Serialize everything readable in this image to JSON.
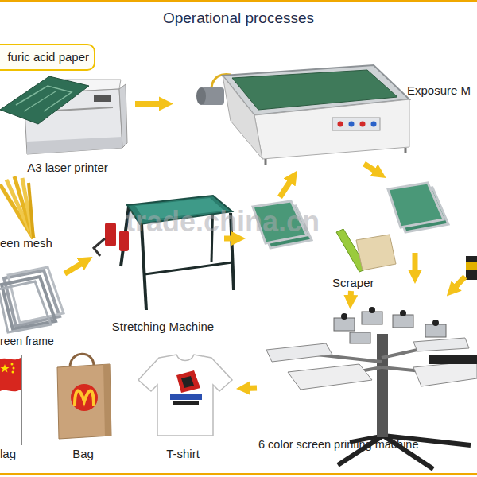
{
  "diagram": {
    "title": "Operational processes",
    "nodes": [
      {
        "text": [
          "furic acid paper"
        ]
      },
      {
        "text": [
          "A3 laser printer"
        ]
      },
      {
        "text": [
          "Exposure M"
        ]
      },
      {
        "text": [
          "een mesh"
        ]
      },
      {
        "text": [
          "Stretching Machine"
        ]
      },
      {
        "text": [
          "reen frame"
        ]
      },
      {
        "text": [
          "Scraper"
        ]
      },
      {
        "text": [
          "6 color screen printing machine"
        ]
      },
      {
        "text": [
          "lag"
        ]
      },
      {
        "text": [
          "Bag"
        ]
      },
      {
        "text": [
          "T-shirt"
        ]
      }
    ],
    "edges": [
      {
        "from": 1,
        "to": 2,
        "arrow": "to"
      },
      {
        "from": 5,
        "to": 4,
        "arrow": "to"
      },
      {
        "from": 6,
        "to": 7,
        "arrow": "to"
      },
      {
        "from": 7,
        "to": 10,
        "arrow": "to"
      }
    ],
    "labels": [
      "trade.china.cn"
    ]
  }
}
